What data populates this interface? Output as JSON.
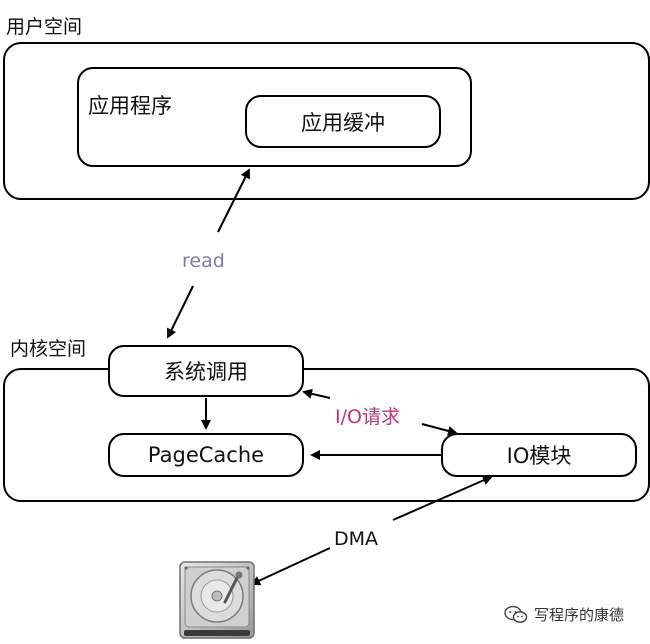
{
  "user_space": {
    "title": "用户空间",
    "app": "应用程序",
    "buffer": "应用缓冲"
  },
  "kernel_space": {
    "title": "内核空间",
    "syscall": "系统调用",
    "page_cache": "PageCache",
    "io_module": "IO模块"
  },
  "flows": {
    "read": "read",
    "io_request": "I/O请求",
    "dma": "DMA"
  },
  "colors": {
    "read_label": "#7b7fa6",
    "io_request_label": "#b8357f",
    "stroke": "#000000"
  },
  "icons": {
    "disk": "hard-disk-icon",
    "watermark": "wechat-icon"
  },
  "watermark": {
    "text": "写程序的康德"
  }
}
